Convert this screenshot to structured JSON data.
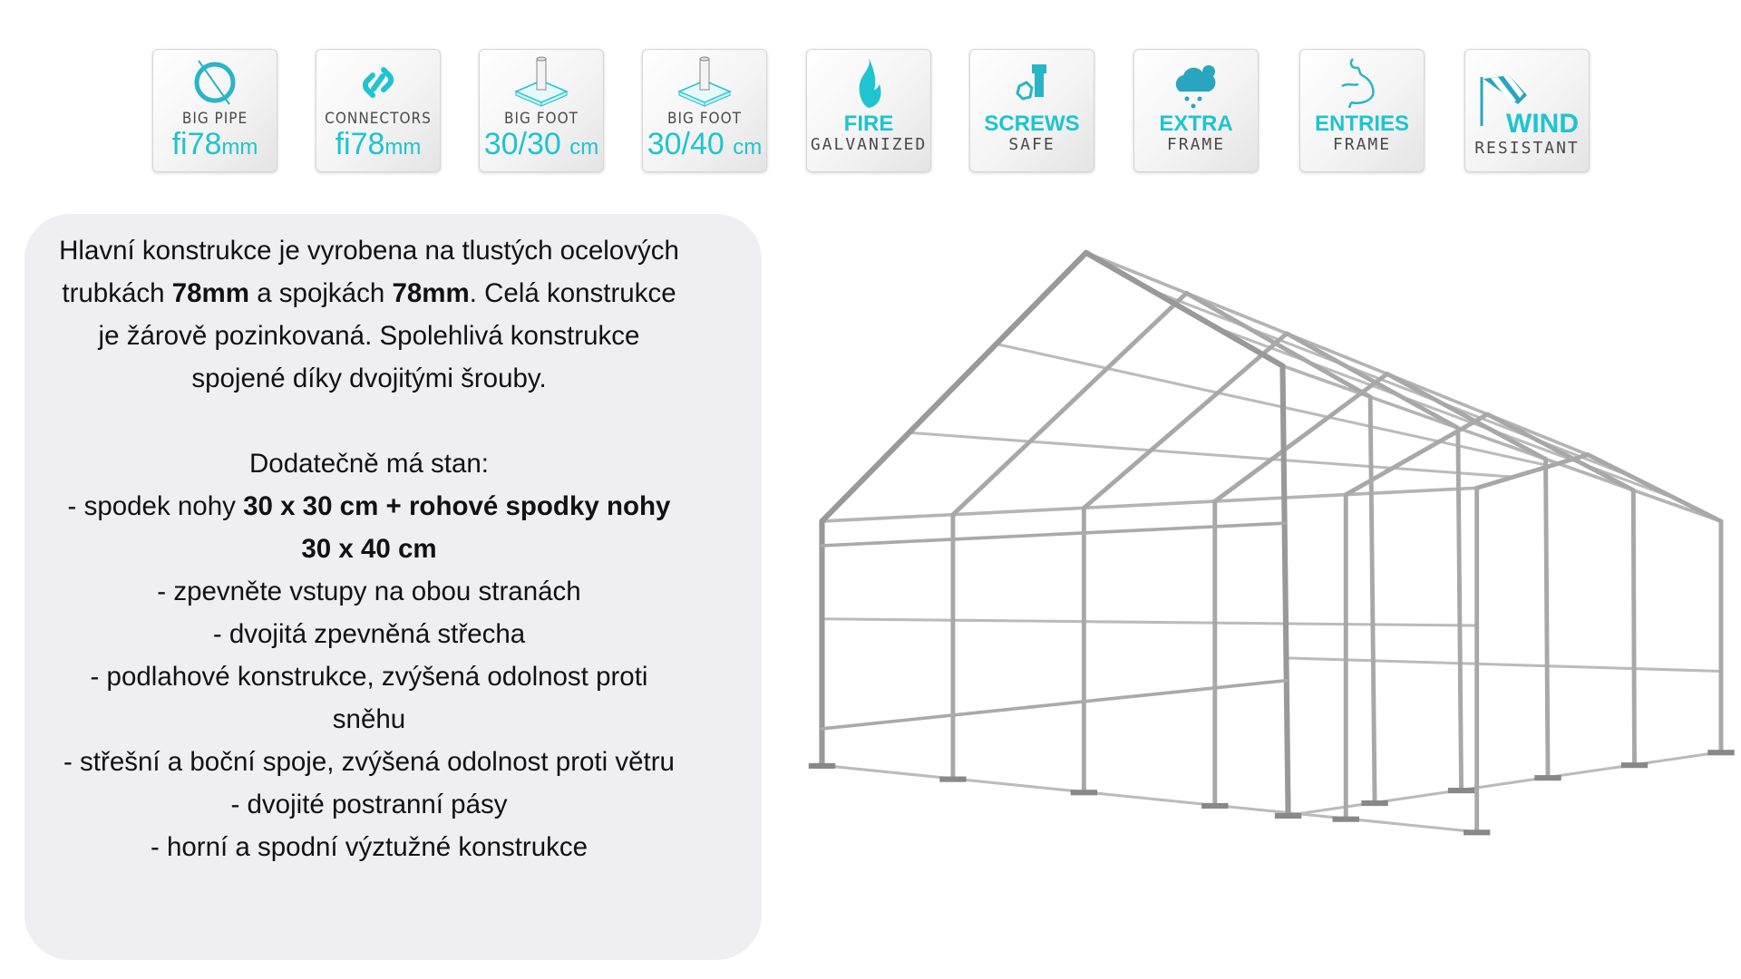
{
  "colors": {
    "accent": "#1fc4d0",
    "panel": "#efeff1",
    "frame": "#9a9a9a"
  },
  "badges": [
    {
      "icon": "pipe-diameter-icon",
      "top": "BIG PIPE",
      "big_prefix": "fi",
      "big": "78",
      "big_unit": "mm"
    },
    {
      "icon": "chain-link-icon",
      "top": "CONNECTORS",
      "big_prefix": "fi",
      "big": "78",
      "big_unit": "mm"
    },
    {
      "icon": "foot-plate-icon",
      "top": "BIG FOOT",
      "big": "30/30",
      "big_unit": "cm"
    },
    {
      "icon": "foot-plate-icon",
      "top": "BIG FOOT",
      "big": "30/40",
      "big_unit": "cm"
    },
    {
      "icon": "flame-icon",
      "teal": "FIRE",
      "grey": "GALVANIZED"
    },
    {
      "icon": "screw-nut-icon",
      "teal": "SCREWS",
      "grey": "SAFE"
    },
    {
      "icon": "snow-cloud-icon",
      "teal": "EXTRA",
      "grey": "FRAME"
    },
    {
      "icon": "flexed-arm-icon",
      "teal": "ENTRIES",
      "grey": "FRAME"
    },
    {
      "icon": "windsock-icon",
      "teal": "WIND",
      "grey": "RESISTANT"
    }
  ],
  "description": {
    "p1_a": "Hlavní konstrukce je vyrobena na tlustých ocelových trubkách ",
    "p1_b": "78mm",
    "p1_c": " a spojkách  ",
    "p1_d": "78mm",
    "p1_e": ". Celá konstrukce je žárově pozinkovaná. Spolehlivá konstrukce spojené díky dvojitými šrouby.",
    "extra_heading": "Dodatečně má stan:",
    "item1_a": "- spodek nohy ",
    "item1_b": "30 x 30 cm + rohové spodky nohy 30 x 40 cm",
    "item2": "- zpevněte vstupy na obou stranách",
    "item3": "- dvojitá zpevněná střecha",
    "item4": "- podlahové konstrukce, zvýšená odolnost proti sněhu",
    "item5": "- střešní a boční spoje, zvýšená odolnost proti větru",
    "item6": "- dvojité postranní pásy",
    "item7": "- horní a spodní výztužné konstrukce"
  }
}
